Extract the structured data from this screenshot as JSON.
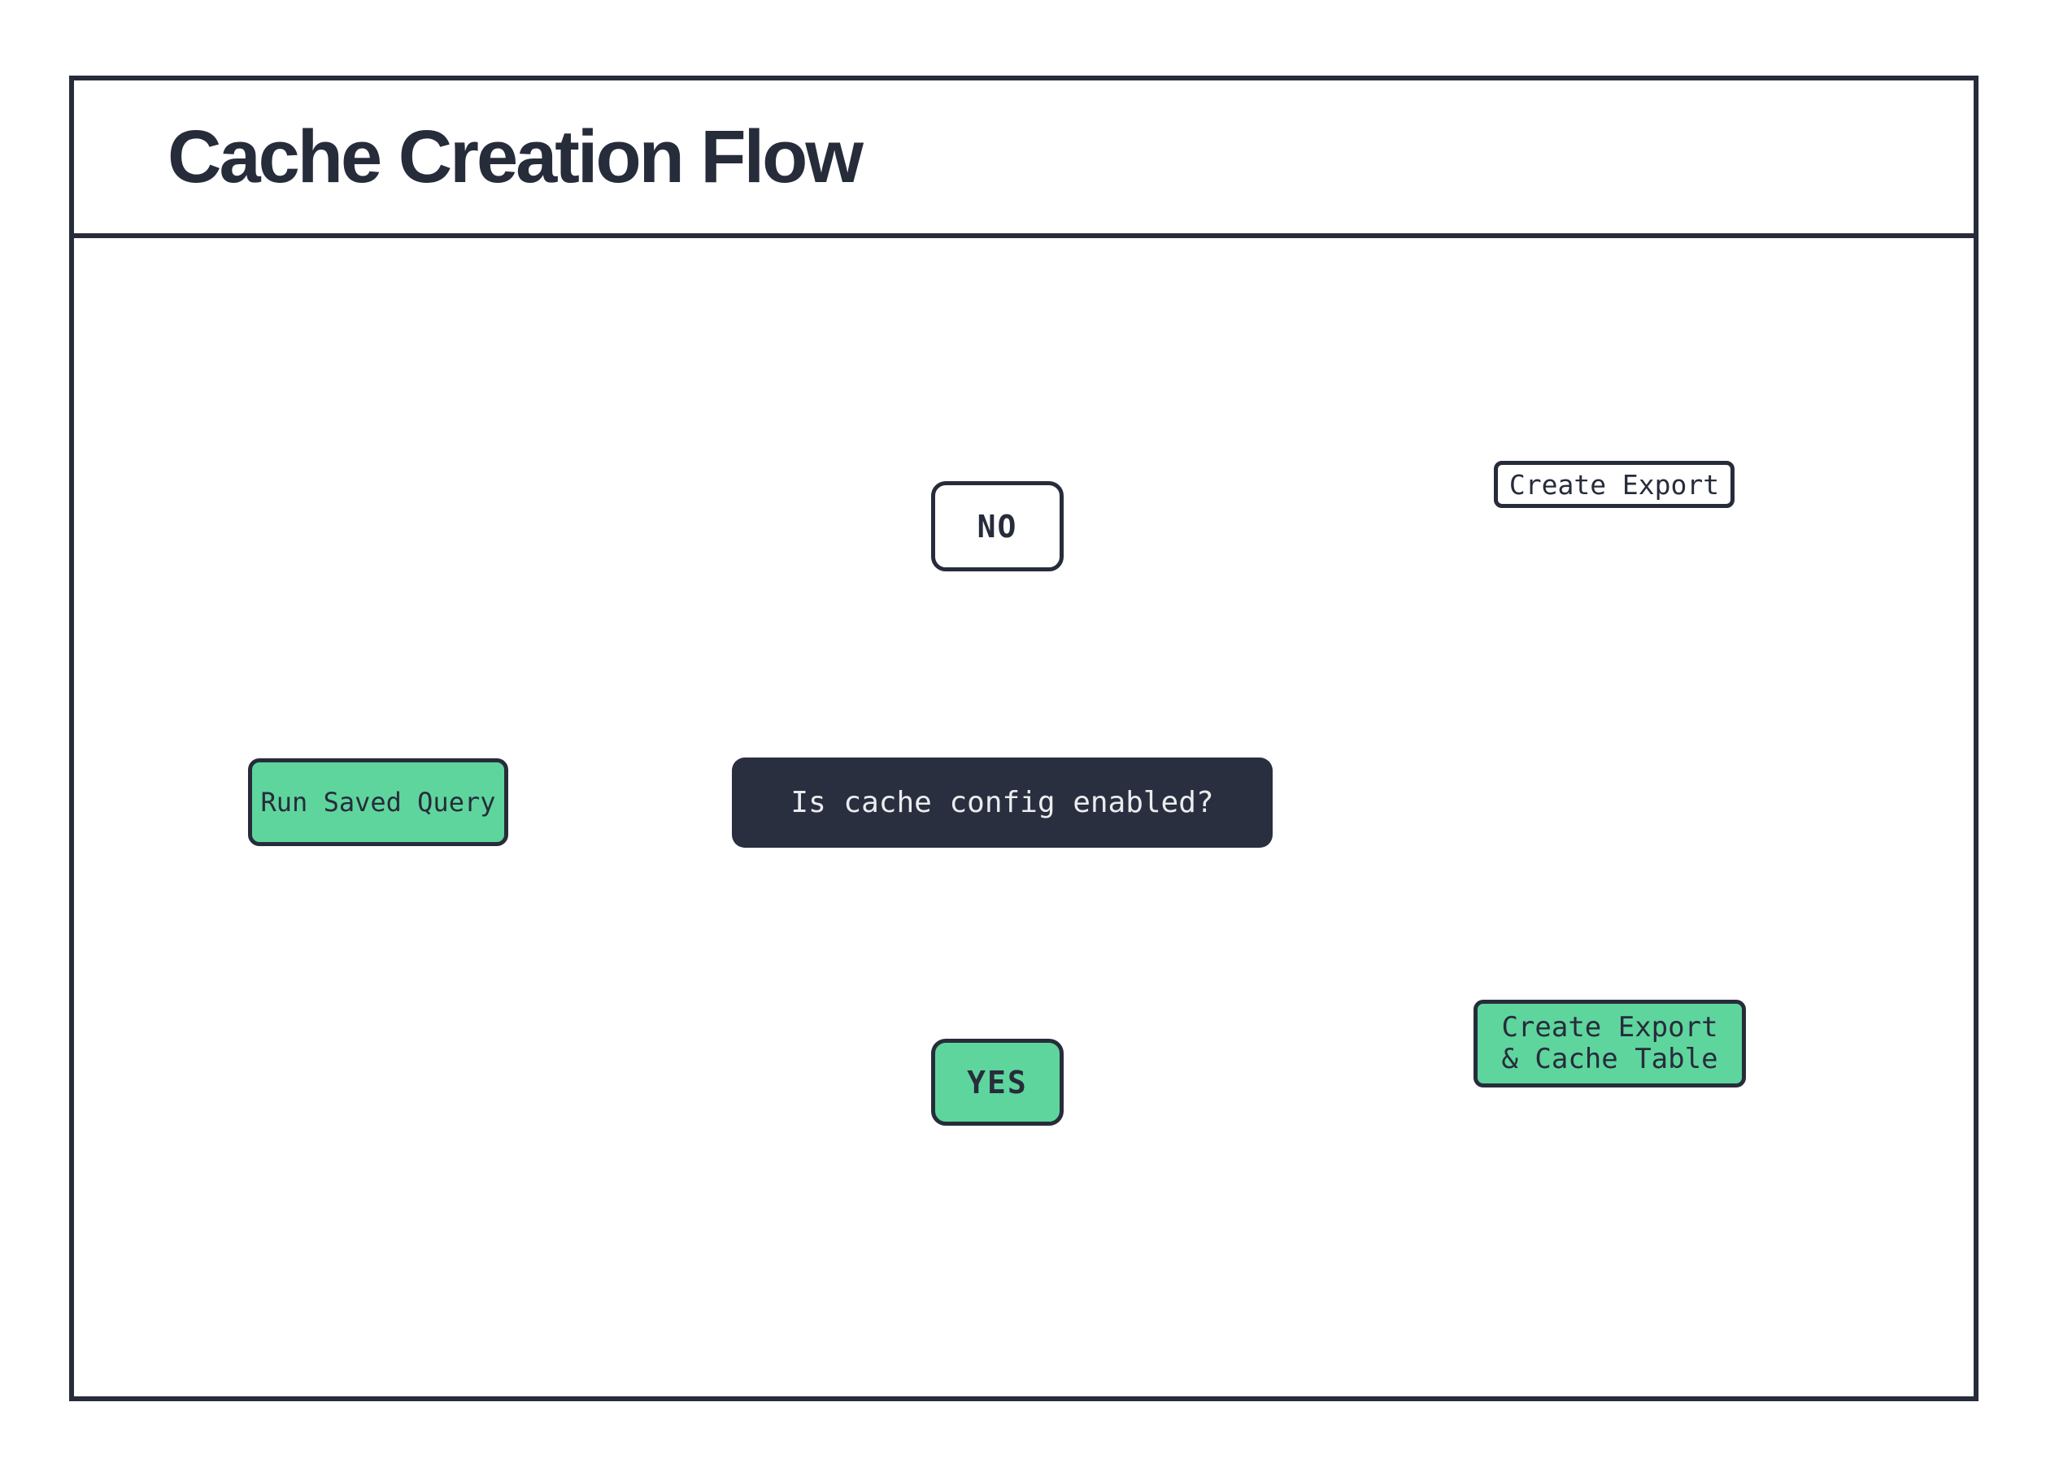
{
  "title": "Cache Creation Flow",
  "palette": {
    "ink": "#272c3b",
    "connector": "#101218",
    "green": "#5ed59d",
    "decision_fill": "#2a2f3f",
    "light_text": "#ebecef",
    "background": "#ffffff"
  },
  "icons": {
    "no_outcome": "database-cylinder-icon",
    "yes_outcome": "database-cylinder-icon"
  },
  "flowchart": {
    "start": {
      "label": "Run Saved Query"
    },
    "decision": {
      "label": "Is cache config enabled?"
    },
    "branch_no": {
      "label": "NO"
    },
    "branch_yes": {
      "label": "YES"
    },
    "no_outcome": {
      "label": "Create Export"
    },
    "yes_outcome": {
      "label_line1": "Create Export",
      "label_line2": "& Cache Table"
    }
  }
}
